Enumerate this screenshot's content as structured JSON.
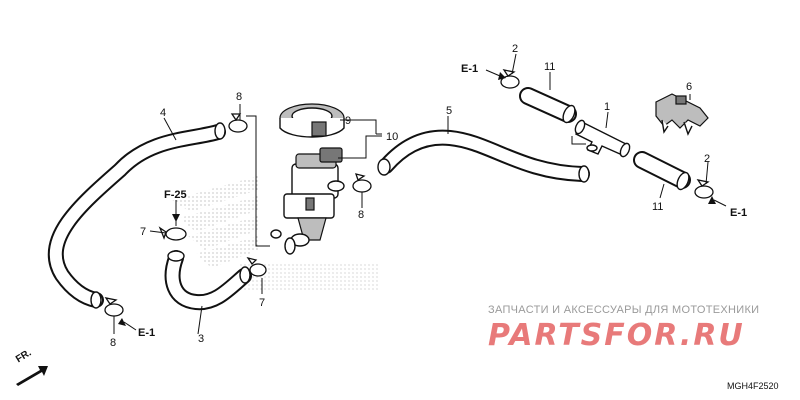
{
  "callouts": {
    "c1": "1",
    "c2a": "2",
    "c2b": "2",
    "c3": "3",
    "c4": "4",
    "c5": "5",
    "c6": "6",
    "c7a": "7",
    "c7b": "7",
    "c8a": "8",
    "c8b": "8",
    "c8c": "8",
    "c9": "9",
    "c10": "10",
    "c11a": "11",
    "c11b": "11"
  },
  "references": {
    "e1_top": "E-1",
    "e1_right": "E-1",
    "e1_bottom": "E-1",
    "f25": "F-25"
  },
  "watermark": {
    "caption": "ЗАПЧАСТИ И АКСЕССУАРЫ ДЛЯ МОТОТЕХНИКИ",
    "logo": "PARTSFOR.RU"
  },
  "front_label": "FR.",
  "drawing_code": "MGH4F2520",
  "colors": {
    "line": "#111111",
    "watermark_red": "#e35a5a",
    "watermark_grey": "#9a9a9a"
  }
}
